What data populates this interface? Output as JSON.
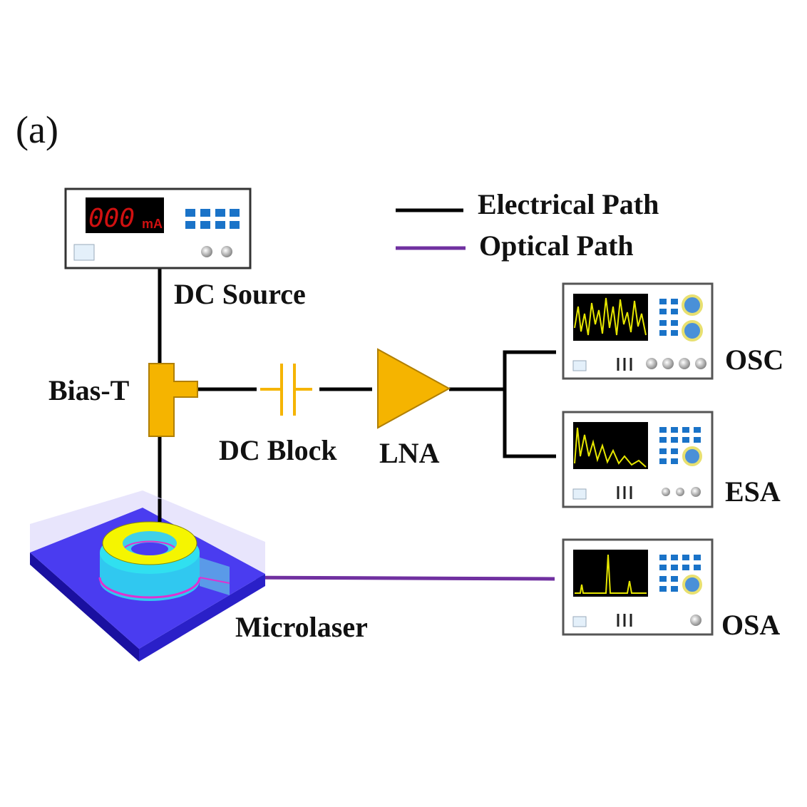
{
  "panel_tag": "(a)",
  "legend": {
    "electrical": {
      "label": "Electrical Path",
      "color": "#000000"
    },
    "optical": {
      "label": "Optical Path",
      "color": "#7030a0"
    }
  },
  "components": {
    "dc_source": {
      "label": "DC Source",
      "display_digits": "000",
      "display_unit": "mA"
    },
    "bias_t": {
      "label": "Bias-T"
    },
    "dc_block": {
      "label": "DC Block"
    },
    "lna": {
      "label": "LNA"
    },
    "microlaser": {
      "label": "Microlaser"
    },
    "osc": {
      "label": "OSC"
    },
    "esa": {
      "label": "ESA"
    },
    "osa": {
      "label": "OSA"
    }
  },
  "colors": {
    "component_orange": "#f5b400",
    "instrument_blue": "#1a73c8",
    "trace_yellow": "#e6e600",
    "substrate_blue": "#4a3cf0",
    "ring_yellow": "#f5f500",
    "ring_cyan": "#30e0f0",
    "active_layer_magenta": "#e030d0"
  }
}
